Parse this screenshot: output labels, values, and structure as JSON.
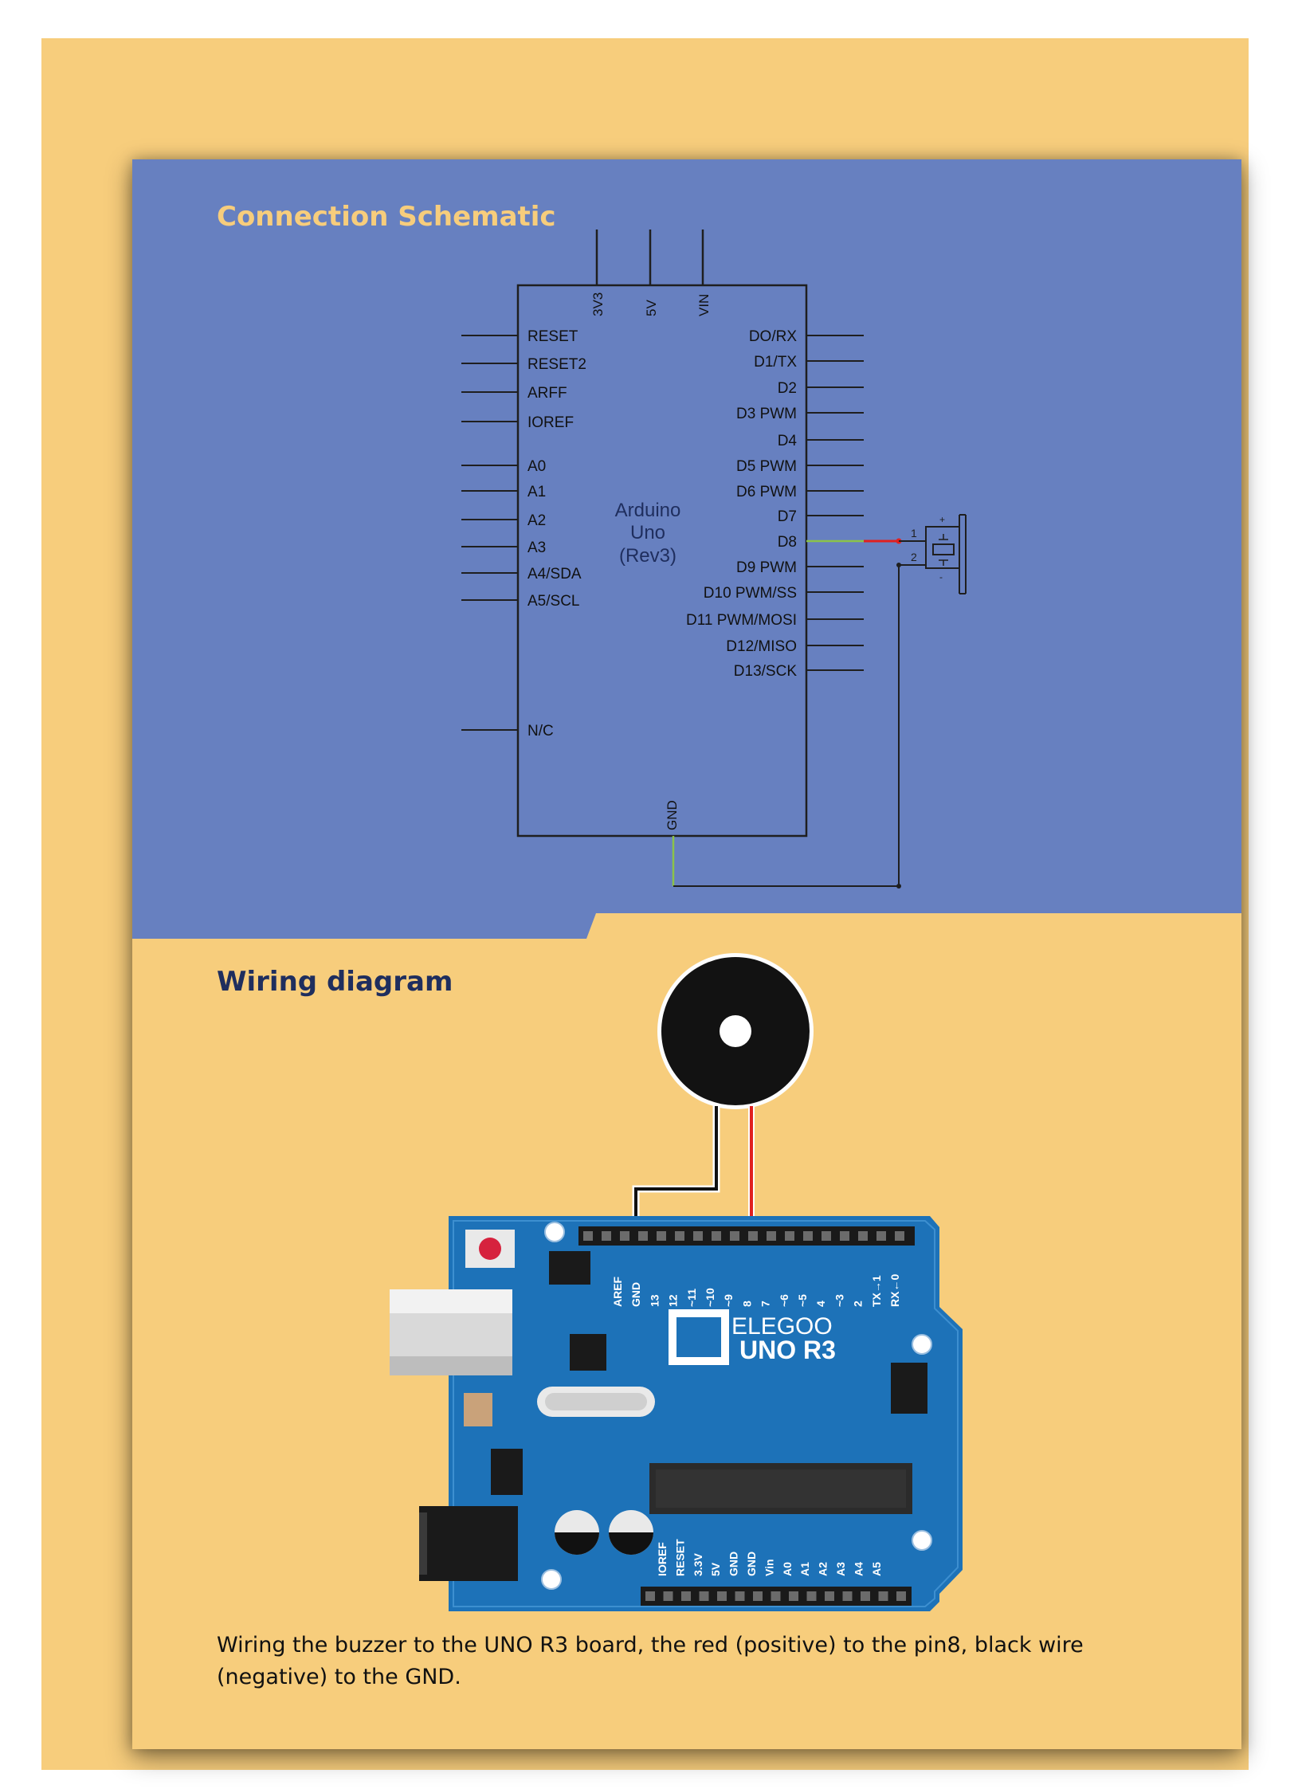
{
  "theme": {
    "frame": "#f7cd7c",
    "panel_blue": "#6780c0",
    "title_orange": "#f7cd7c",
    "title_navy": "#1f2e5e",
    "board_blue": "#1d72b8",
    "wire_red": "#e02020",
    "wire_black": "#111111",
    "wire_green": "#8bc34a"
  },
  "schematic": {
    "title": "Connection Schematic",
    "chip_label": [
      "Arduino",
      "Uno",
      "(Rev3)"
    ],
    "top_pins": [
      "3V3",
      "5V",
      "VIN"
    ],
    "left_pins": [
      "RESET",
      "RESET2",
      "ARFF",
      "IOREF",
      "A0",
      "A1",
      "A2",
      "A3",
      "A4/SDA",
      "A5/SCL",
      "N/C"
    ],
    "right_pins": [
      "DO/RX",
      "D1/TX",
      "D2",
      "D3 PWM",
      "D4",
      "D5 PWM",
      "D6 PWM",
      "D7",
      "D8",
      "D9 PWM",
      "D10 PWM/SS",
      "D11 PWM/MOSI",
      "D12/MISO",
      "D13/SCK"
    ],
    "bottom_pin": "GND",
    "buzzer_pins": [
      "1",
      "2"
    ],
    "buzzer_polarity": [
      "+",
      "-"
    ]
  },
  "wiring": {
    "title": "Wiring diagram",
    "brand": "ELEGOO",
    "model": "UNO R3",
    "top_header_labels": [
      "AREF",
      "GND",
      "13",
      "12",
      "~11",
      "~10",
      "~9",
      "8",
      "7",
      "~6",
      "~5",
      "4",
      "~3",
      "2",
      "TX→1",
      "RX←0"
    ],
    "bottom_header_labels": [
      "IOREF",
      "RESET",
      "3.3V",
      "5V",
      "GND",
      "GND",
      "Vin",
      "A0",
      "A1",
      "A2",
      "A3",
      "A4",
      "A5"
    ]
  },
  "description": "Wiring the buzzer to the UNO R3 board, the red (positive) to the pin8, black wire (negative) to the GND."
}
